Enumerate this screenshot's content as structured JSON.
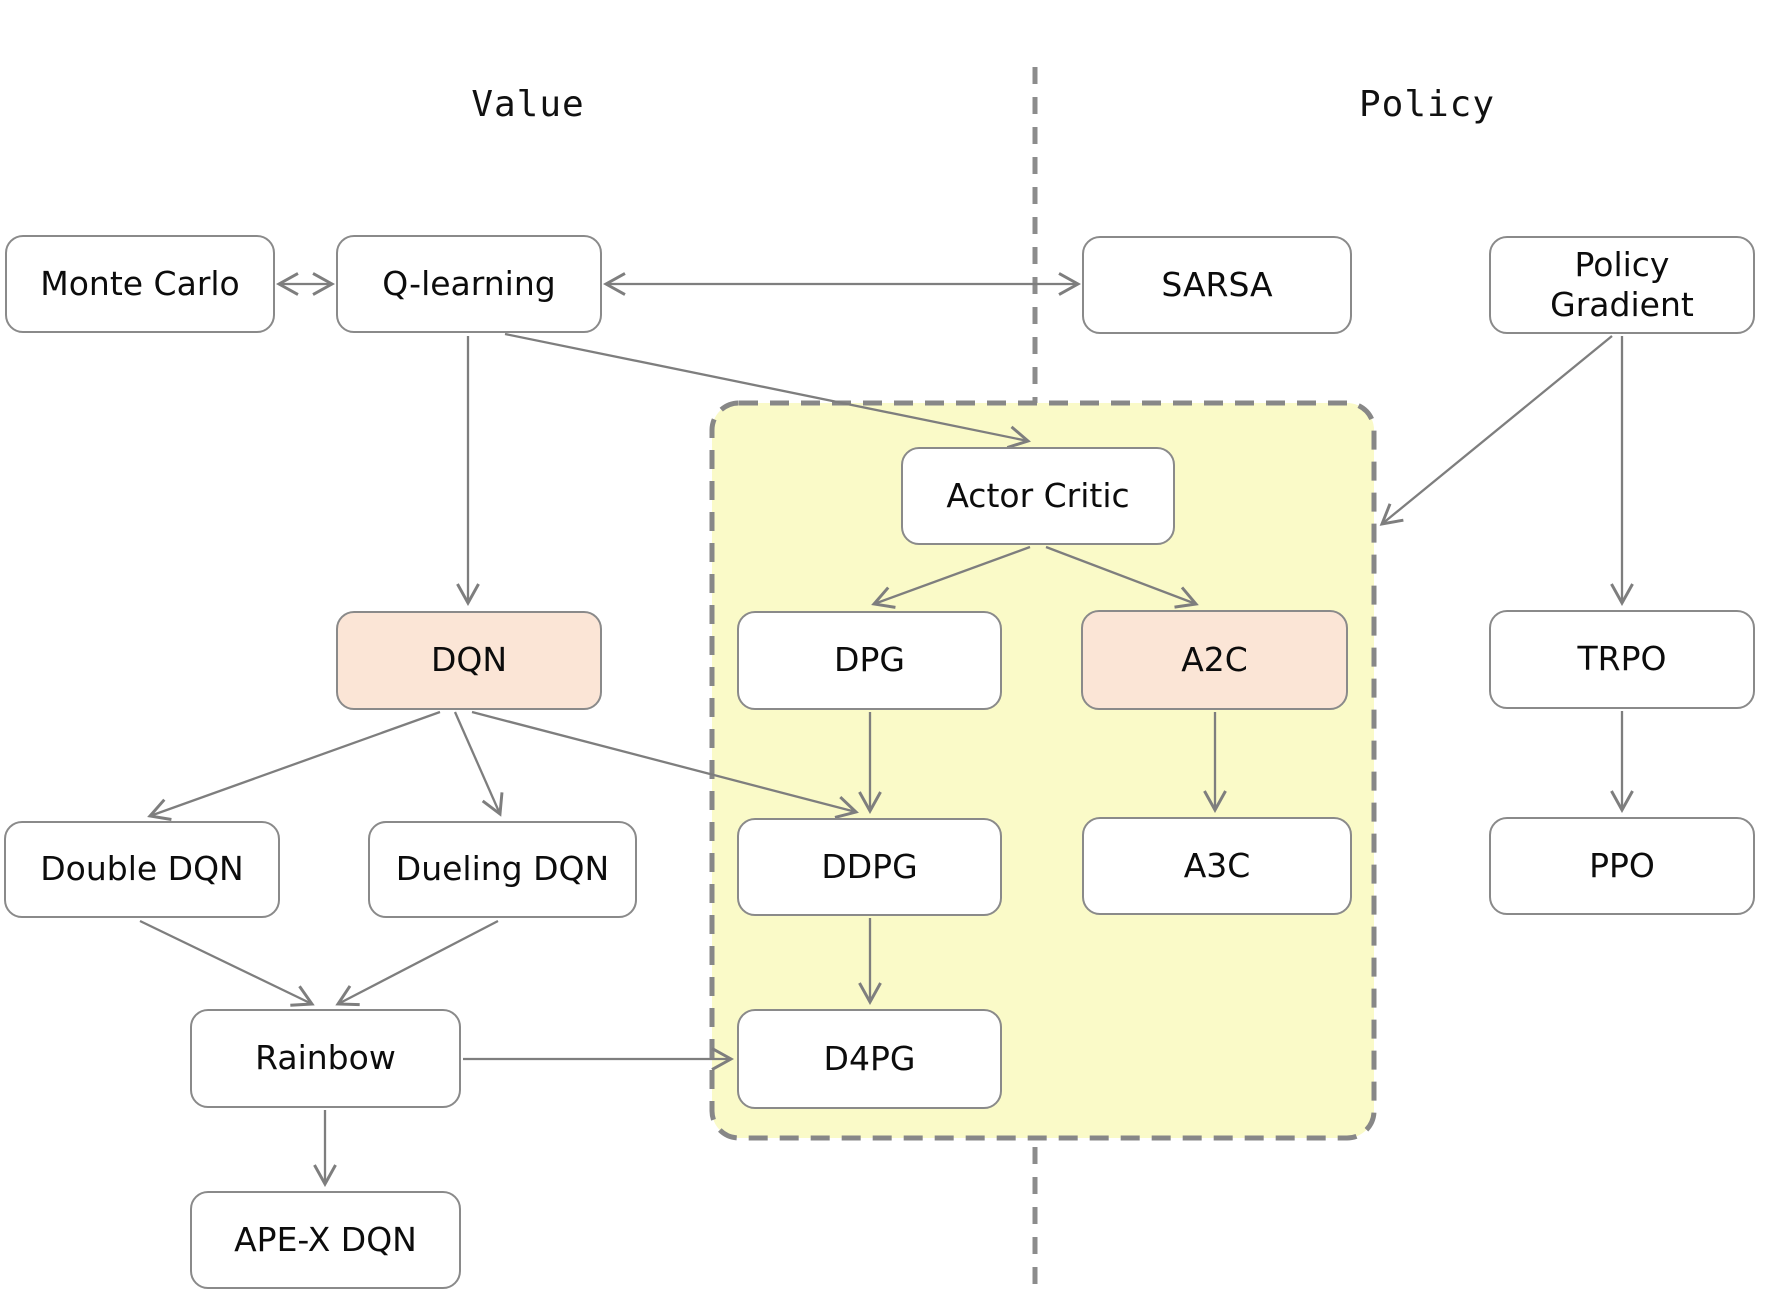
{
  "sections": {
    "value": {
      "label": "Value"
    },
    "policy": {
      "label": "Policy"
    }
  },
  "nodes": {
    "monte_carlo": {
      "label": "Monte Carlo",
      "fill": "white"
    },
    "q_learning": {
      "label": "Q-learning",
      "fill": "white"
    },
    "sarsa": {
      "label": "SARSA",
      "fill": "white"
    },
    "policy_gradient": {
      "label": "Policy Gradient",
      "fill": "white"
    },
    "actor_critic": {
      "label": "Actor Critic",
      "fill": "white"
    },
    "dqn": {
      "label": "DQN",
      "fill": "peach"
    },
    "dpg": {
      "label": "DPG",
      "fill": "white"
    },
    "a2c": {
      "label": "A2C",
      "fill": "peach"
    },
    "trpo": {
      "label": "TRPO",
      "fill": "white"
    },
    "double_dqn": {
      "label": "Double DQN",
      "fill": "white"
    },
    "dueling_dqn": {
      "label": "Dueling DQN",
      "fill": "white"
    },
    "ddpg": {
      "label": "DDPG",
      "fill": "white"
    },
    "a3c": {
      "label": "A3C",
      "fill": "white"
    },
    "ppo": {
      "label": "PPO",
      "fill": "white"
    },
    "rainbow": {
      "label": "Rainbow",
      "fill": "white"
    },
    "d4pg": {
      "label": "D4PG",
      "fill": "white"
    },
    "apex_dqn": {
      "label": "APE-X DQN",
      "fill": "white"
    }
  },
  "group": {
    "name": "actor-critic-family",
    "members": [
      "actor_critic",
      "dpg",
      "a2c",
      "ddpg",
      "a3c",
      "d4pg"
    ]
  },
  "edges": [
    {
      "from": "monte_carlo",
      "to": "q_learning",
      "arrows": "both"
    },
    {
      "from": "q_learning",
      "to": "sarsa",
      "arrows": "both"
    },
    {
      "from": "q_learning",
      "to": "dqn",
      "arrows": "end"
    },
    {
      "from": "q_learning",
      "to": "actor_critic",
      "arrows": "end"
    },
    {
      "from": "actor_critic",
      "to": "dpg",
      "arrows": "end"
    },
    {
      "from": "actor_critic",
      "to": "a2c",
      "arrows": "end"
    },
    {
      "from": "dqn",
      "to": "double_dqn",
      "arrows": "end"
    },
    {
      "from": "dqn",
      "to": "dueling_dqn",
      "arrows": "end"
    },
    {
      "from": "dqn",
      "to": "ddpg",
      "arrows": "end"
    },
    {
      "from": "double_dqn",
      "to": "rainbow",
      "arrows": "end"
    },
    {
      "from": "dueling_dqn",
      "to": "rainbow",
      "arrows": "end"
    },
    {
      "from": "rainbow",
      "to": "d4pg",
      "arrows": "end"
    },
    {
      "from": "rainbow",
      "to": "apex_dqn",
      "arrows": "end"
    },
    {
      "from": "dpg",
      "to": "ddpg",
      "arrows": "end"
    },
    {
      "from": "ddpg",
      "to": "d4pg",
      "arrows": "end"
    },
    {
      "from": "a2c",
      "to": "a3c",
      "arrows": "end"
    },
    {
      "from": "policy_gradient",
      "to": "trpo",
      "arrows": "end"
    },
    {
      "from": "trpo",
      "to": "ppo",
      "arrows": "end"
    },
    {
      "from": "policy_gradient",
      "to": "actor-critic-family",
      "arrows": "end"
    }
  ],
  "colors": {
    "node_border": "#8a8a8a",
    "edge_line": "#7e7e7e",
    "peach_fill": "#fbe5d6",
    "group_fill": "#fafac8",
    "group_border": "#878787",
    "separator": "#8c8c8c",
    "text": "#0c0c0c"
  }
}
